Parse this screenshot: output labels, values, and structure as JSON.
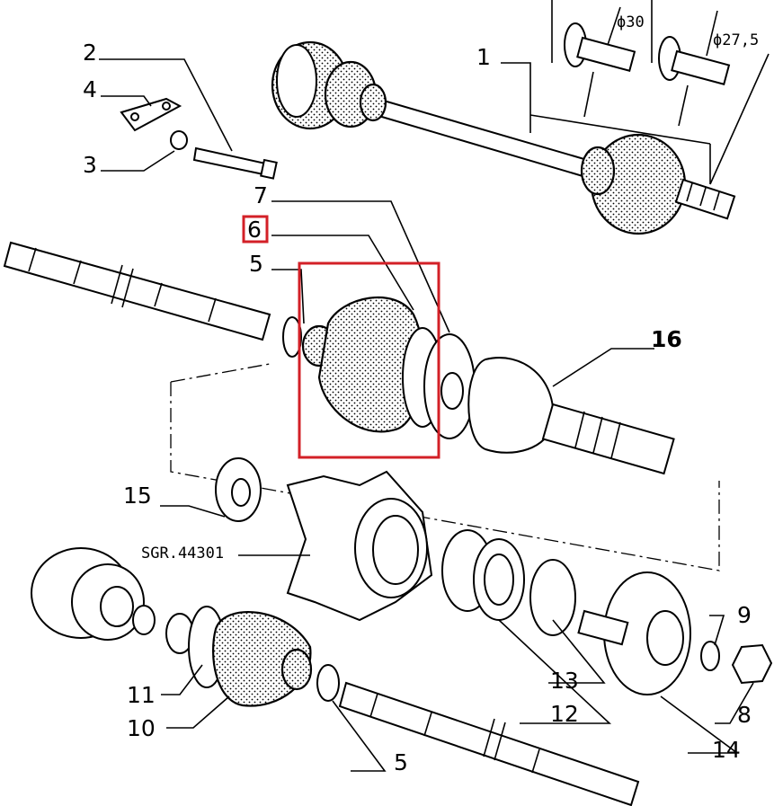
{
  "diagram": {
    "callouts": {
      "c1": "1",
      "c2": "2",
      "c3": "3",
      "c4": "4",
      "c5_top": "5",
      "c6": "6",
      "c7": "7",
      "c8": "8",
      "c9": "9",
      "c10": "10",
      "c11": "11",
      "c12": "12",
      "c13": "13",
      "c14": "14",
      "c15": "15",
      "c16": "16",
      "c5_bottom": "5"
    },
    "dimensions": {
      "d30": "ϕ30",
      "d27": "ϕ27,5"
    },
    "reference": "SGR.44301",
    "highlight_color": "#d32027"
  }
}
